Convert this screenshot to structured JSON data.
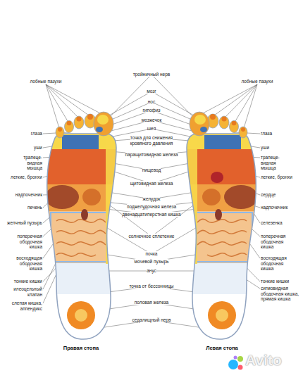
{
  "diagram": {
    "labels": [
      "лобные пазухи",
      "глаза",
      "уши",
      "трапеце-видная мышца",
      "легкие, бронхи",
      "надпочечник",
      "печень",
      "желчный пузырь",
      "поперечная ободочная кишка",
      "восходящая ободочная кишка",
      "тонкие кишки",
      "илеоцельный клапан",
      "слепая кишка, аппендикс",
      "тройничный нерв",
      "мозг",
      "нос",
      "гипофиз",
      "мозжечок",
      "шея",
      "точка для снижения кровяного давления",
      "паращитовидная железа",
      "пищевод",
      "щитовидная железа",
      "желудок",
      "поджелудочная железа",
      "двенадцатиперстная кишка",
      "солнечное сплетение",
      "почка",
      "мочевой пузырь",
      "анус",
      "точка от бессонницы",
      "половая железа",
      "седалищный нерв",
      "лобные пазухи",
      "глаза",
      "уши",
      "трапеце-видная мышца",
      "легкие, бронхи",
      "сердце",
      "надпочечник",
      "селезенка",
      "поперечная ободочная кишка",
      "восходящая ободочная кишка",
      "тонкие кишки",
      "сигмовидная ободочная кишка, прямая кишка",
      "Правая стопа",
      "Левая стопа",
      "Avito"
    ]
  }
}
